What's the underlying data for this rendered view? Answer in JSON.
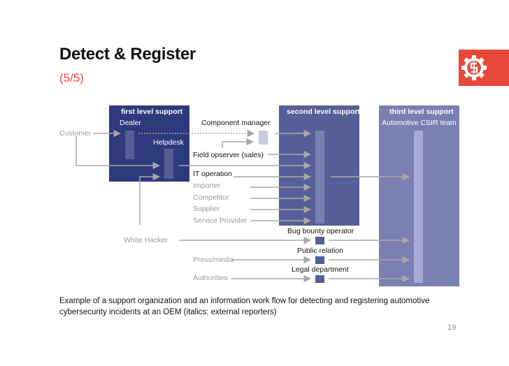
{
  "header": {
    "title": "Detect & Register",
    "subtitle": "(5/5)"
  },
  "diagram": {
    "boxes": {
      "first_level": {
        "title": "first level support",
        "sub": "Dealer",
        "helpdesk": "Helpdesk"
      },
      "second_level": {
        "title": "second level support"
      },
      "third_level": {
        "title": "third level support",
        "sub": "Automotive CSIR team"
      }
    },
    "internal_roles": {
      "component_manager": "Component manager",
      "field_observer": "Field opserver (sales)",
      "it_operation": "IT operation",
      "bug_bounty": "Bug bounty operator",
      "public_relation": "Public relation",
      "legal": "Legal department"
    },
    "external_reporters": {
      "customer": "Customer",
      "importer": "Importer",
      "competitor": "Competitor",
      "supplier": "Supplier",
      "service_provider": "Service Provider",
      "white_hacker": "White Hacker",
      "press_media": "Press/media",
      "authorities": "Authorities"
    }
  },
  "footer": {
    "caption": "Example of a support organization and an information work flow for detecting and registering automotive cybersecurity incidents at an OEM (italics: external reporters)",
    "page_number": "19"
  },
  "colors": {
    "accent": "#e8483b",
    "first_level": "#2d3a7c",
    "second_level": "#555e96",
    "third_level": "#7a7fb1",
    "arrow": "#a8a8a8"
  },
  "icons": {
    "logo": "gear-logo-icon"
  }
}
